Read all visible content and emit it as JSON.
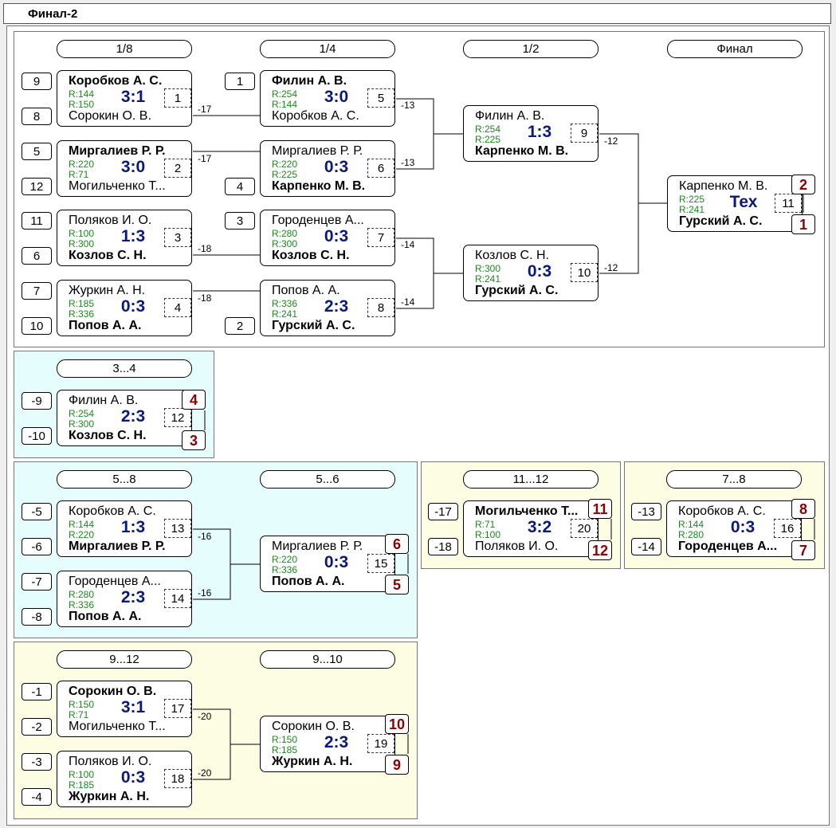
{
  "window": {
    "title": "Финал-2"
  },
  "rounds": {
    "main": [
      "1/8",
      "1/4",
      "1/2",
      "Финал"
    ],
    "third": "3...4",
    "fifth": [
      "5...8",
      "5...6"
    ],
    "eleventh": "11...12",
    "seventh": "7...8",
    "ninth": [
      "9...12",
      "9...10"
    ]
  },
  "matches": [
    {
      "p1": "Коробков А. С.",
      "p2": "Сорокин О. В.",
      "r1": "R:144",
      "r2": "R:150",
      "score": "3:1",
      "num": "1",
      "win": 1
    },
    {
      "p1": "Миргалиев Р. Р.",
      "p2": "Могильченко Т...",
      "r1": "R:220",
      "r2": "R:71",
      "score": "3:0",
      "num": "2",
      "win": 1
    },
    {
      "p1": "Поляков И. О.",
      "p2": "Козлов С. Н.",
      "r1": "R:100",
      "r2": "R:300",
      "score": "1:3",
      "num": "3",
      "win": 2
    },
    {
      "p1": "Журкин А. Н.",
      "p2": "Попов А. А.",
      "r1": "R:185",
      "r2": "R:336",
      "score": "0:3",
      "num": "4",
      "win": 2
    },
    {
      "p1": "Филин А. В.",
      "p2": "Коробков А. С.",
      "r1": "R:254",
      "r2": "R:144",
      "score": "3:0",
      "num": "5",
      "win": 1
    },
    {
      "p1": "Миргалиев Р. Р.",
      "p2": "Карпенко М. В.",
      "r1": "R:220",
      "r2": "R:225",
      "score": "0:3",
      "num": "6",
      "win": 2
    },
    {
      "p1": "Городенцев А...",
      "p2": "Козлов С. Н.",
      "r1": "R:280",
      "r2": "R:300",
      "score": "0:3",
      "num": "7",
      "win": 2
    },
    {
      "p1": "Попов А. А.",
      "p2": "Гурский А. С.",
      "r1": "R:336",
      "r2": "R:241",
      "score": "2:3",
      "num": "8",
      "win": 2
    },
    {
      "p1": "Филин А. В.",
      "p2": "Карпенко М. В.",
      "r1": "R:254",
      "r2": "R:225",
      "score": "1:3",
      "num": "9",
      "win": 2
    },
    {
      "p1": "Козлов С. Н.",
      "p2": "Гурский А. С.",
      "r1": "R:300",
      "r2": "R:241",
      "score": "0:3",
      "num": "10",
      "win": 2
    },
    {
      "p1": "Карпенко М. В.",
      "p2": "Гурский А. С.",
      "r1": "R:225",
      "r2": "R:241",
      "score": "Тех",
      "num": "11",
      "win": 2
    },
    {
      "p1": "Филин А. В.",
      "p2": "Козлов С. Н.",
      "r1": "R:254",
      "r2": "R:300",
      "score": "2:3",
      "num": "12",
      "win": 2
    },
    {
      "p1": "Коробков А. С.",
      "p2": "Миргалиев Р. Р.",
      "r1": "R:144",
      "r2": "R:220",
      "score": "1:3",
      "num": "13",
      "win": 2
    },
    {
      "p1": "Городенцев А...",
      "p2": "Попов А. А.",
      "r1": "R:280",
      "r2": "R:336",
      "score": "2:3",
      "num": "14",
      "win": 2
    },
    {
      "p1": "Миргалиев Р. Р.",
      "p2": "Попов А. А.",
      "r1": "R:220",
      "r2": "R:336",
      "score": "0:3",
      "num": "15",
      "win": 2
    },
    {
      "p1": "Коробков А. С.",
      "p2": "Городенцев А...",
      "r1": "R:144",
      "r2": "R:280",
      "score": "0:3",
      "num": "16",
      "win": 2
    },
    {
      "p1": "Сорокин О. В.",
      "p2": "Могильченко Т...",
      "r1": "R:150",
      "r2": "R:71",
      "score": "3:1",
      "num": "17",
      "win": 1
    },
    {
      "p1": "Поляков И. О.",
      "p2": "Журкин А. Н.",
      "r1": "R:100",
      "r2": "R:185",
      "score": "0:3",
      "num": "18",
      "win": 2
    },
    {
      "p1": "Сорокин О. В.",
      "p2": "Журкин А. Н.",
      "r1": "R:150",
      "r2": "R:185",
      "score": "2:3",
      "num": "19",
      "win": 2
    },
    {
      "p1": "Могильченко Т...",
      "p2": "Поляков И. О.",
      "r1": "R:71",
      "r2": "R:100",
      "score": "3:2",
      "num": "20",
      "win": 1
    }
  ],
  "seeds": {
    "r16": [
      "9",
      "8",
      "5",
      "12",
      "11",
      "6",
      "7",
      "10"
    ],
    "qf": [
      "1",
      "4",
      "3",
      "2"
    ],
    "third": [
      "-9",
      "-10"
    ],
    "fifth": [
      "-5",
      "-6",
      "-7",
      "-8"
    ],
    "eleventh": [
      "-17",
      "-18"
    ],
    "seventh": [
      "-13",
      "-14"
    ],
    "ninth": [
      "-1",
      "-2",
      "-3",
      "-4"
    ]
  },
  "refs": {
    "r16": [
      "-17",
      "-17",
      "-18",
      "-18"
    ],
    "qf": [
      "-13",
      "-13",
      "-14",
      "-14"
    ],
    "sf": [
      "-12",
      "-12"
    ],
    "fifth": [
      "-16",
      "-16"
    ],
    "ninth": [
      "-20",
      "-20"
    ]
  },
  "places": {
    "final": [
      "2",
      "1"
    ],
    "third": [
      "4",
      "3"
    ],
    "fifth": [
      "6",
      "5"
    ],
    "eleventh": [
      "11",
      "12"
    ],
    "seventh": [
      "8",
      "7"
    ],
    "ninth": [
      "10",
      "9"
    ]
  },
  "colors": {
    "cyan_panel": "#e6fdfd",
    "yellow_panel": "#fdfde3",
    "score": "#0b1a78",
    "place": "#8b0000",
    "rating": "#1a8a1a"
  }
}
